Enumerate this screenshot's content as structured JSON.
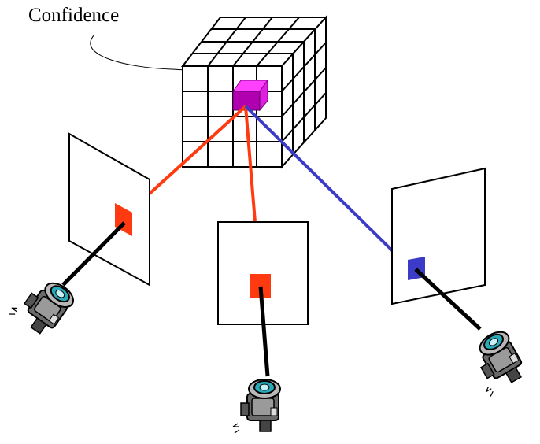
{
  "diagram": {
    "label": "Confidence",
    "colors": {
      "red_ray": "#ff3a10",
      "blue_ray": "#3b3bc8",
      "voxel": "#c000c0",
      "voxel_light": "#ff40ff",
      "sight_line": "#000000",
      "grid": "#000000"
    },
    "nodes": [
      {
        "id": "voxel-grid",
        "kind": "grid-cube"
      },
      {
        "id": "confidence-voxel",
        "kind": "highlighted-voxel"
      },
      {
        "id": "image-plane-left",
        "kind": "image-plane",
        "pixel_color": "red"
      },
      {
        "id": "image-plane-center",
        "kind": "image-plane",
        "pixel_color": "red"
      },
      {
        "id": "image-plane-right",
        "kind": "image-plane",
        "pixel_color": "blue"
      },
      {
        "id": "camera-left",
        "kind": "camera-icon"
      },
      {
        "id": "camera-center",
        "kind": "camera-icon"
      },
      {
        "id": "camera-right",
        "kind": "camera-icon"
      }
    ],
    "edges": [
      {
        "from": "image-plane-left",
        "to": "confidence-voxel",
        "color": "red"
      },
      {
        "from": "image-plane-center",
        "to": "confidence-voxel",
        "color": "red"
      },
      {
        "from": "image-plane-right",
        "to": "confidence-voxel",
        "color": "blue"
      }
    ]
  }
}
